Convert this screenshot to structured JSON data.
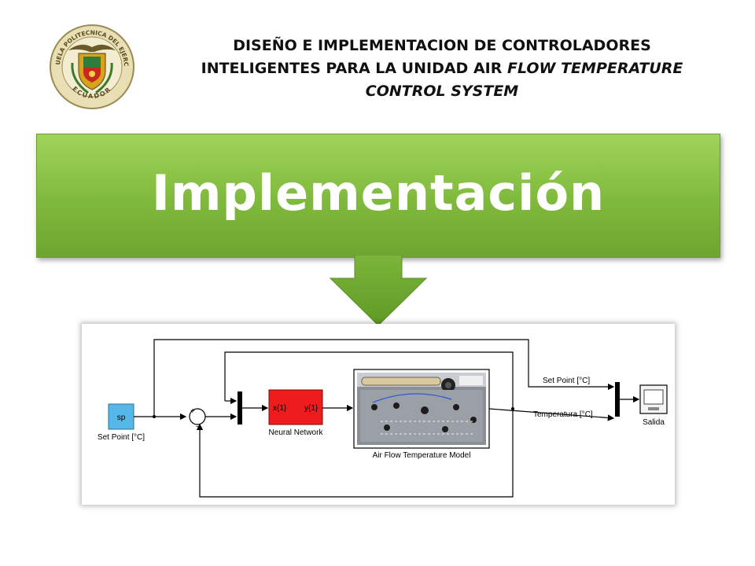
{
  "logo": {
    "top_text": "ESCUELA POLITECNICA DEL EJERCITO",
    "bottom_text": "ECUADOR"
  },
  "title": {
    "line1": "DISEÑO E IMPLEMENTACION DE CONTROLADORES",
    "line2_normal": "INTELIGENTES PARA LA UNIDAD AIR ",
    "line2_italic": "FLOW TEMPERATURE",
    "line3_italic": "CONTROL SYSTEM"
  },
  "banner": {
    "label": "Implementación",
    "color": "#8dc84a"
  },
  "diagram": {
    "blocks": {
      "setpoint_source": {
        "text": "sp",
        "label": "Set Point [°C]",
        "color": "#55b8e8"
      },
      "sum": {
        "plus": "+",
        "minus": "−"
      },
      "neural_network": {
        "in_port": "x{1}",
        "out_port": "y{1}",
        "label": "Neural Network",
        "color": "#ee1c1c"
      },
      "plant": {
        "label": "Air Flow Temperature Model"
      },
      "scope": {
        "label": "Salida"
      }
    },
    "signals": {
      "setpoint": "Set Point [°C]",
      "temperature": "Temperatura [°C]"
    }
  }
}
